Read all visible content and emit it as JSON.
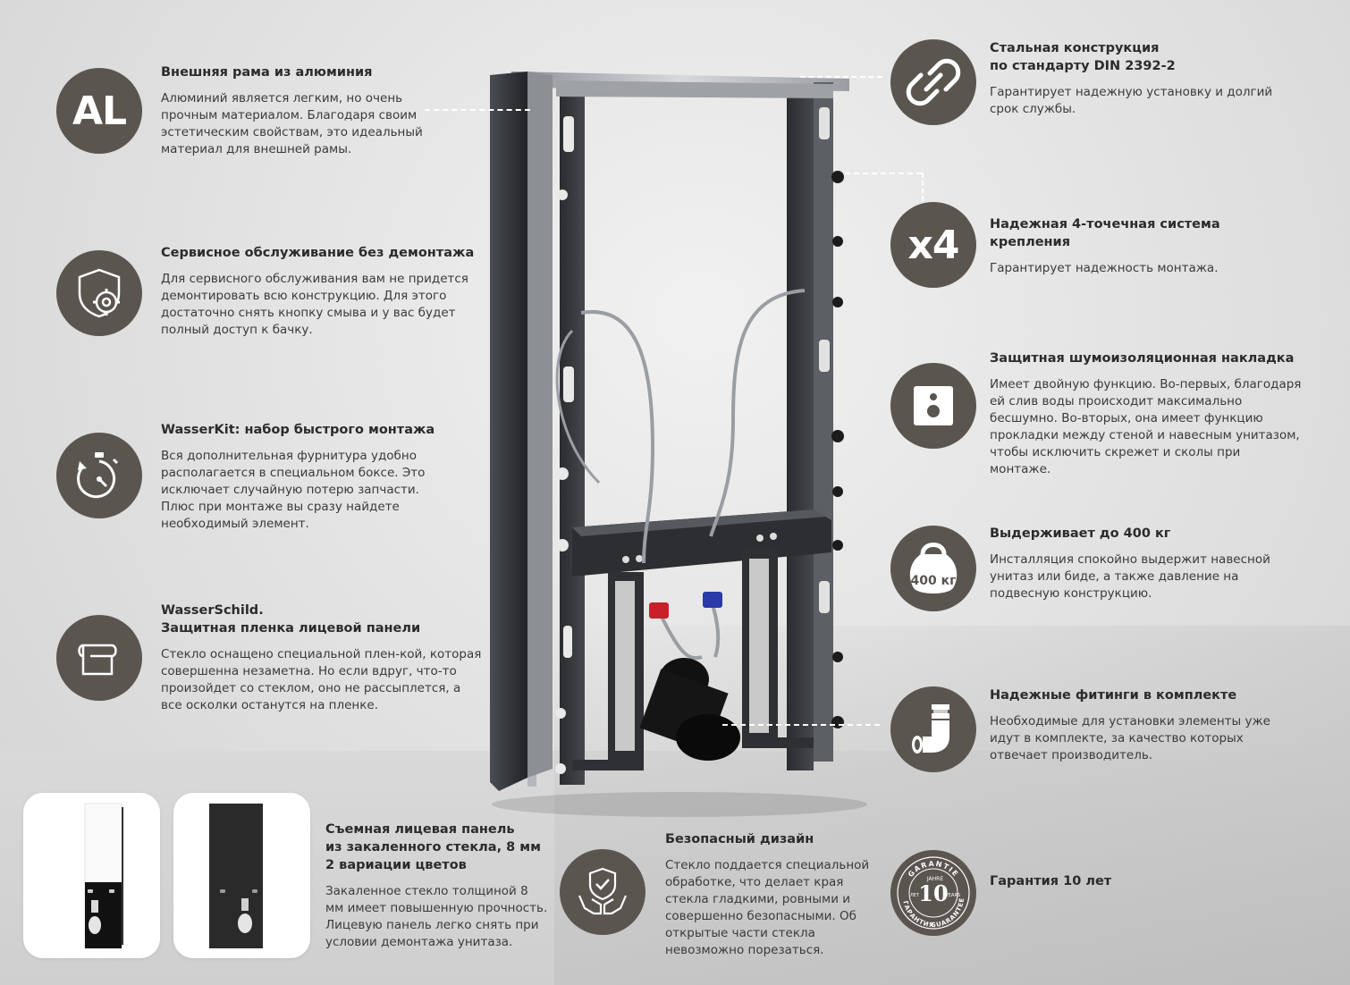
{
  "features": [
    {
      "id": "aluminium-frame",
      "icon": "al-text-icon",
      "icon_text": "AL",
      "title": "Внешняя рама из алюминия",
      "desc": "Алюминий является легким, но очень прочным материалом. Благодаря своим эстетическим свойствам, это идеальный материал для внешней рамы."
    },
    {
      "id": "service",
      "icon": "shield-gear-icon",
      "title": "Сервисное обслуживание без демонтажа",
      "desc": "Для сервисного обслуживания вам не придется демонтировать всю конструкцию. Для этого достаточно снять кнопку смыва и у вас будет полный доступ к бачку."
    },
    {
      "id": "wasserkit",
      "icon": "stopwatch-icon",
      "title": "WasserKit:  набор быстрого монтажа",
      "desc": "Вся дополнительная фурнитура удобно располагается в специальном боксе. Это исключает случайную потерю запчасти. Плюс при монтаже вы сразу найдете необходимый элемент."
    },
    {
      "id": "wasserschild",
      "icon": "film-roll-icon",
      "title": "WasserSchild.\nЗащитная пленка лицевой панели",
      "desc": "Стекло оснащено специальной плен-кой, которая совершенна незаметна. Но если вдруг,  что-то произойдет со стеклом, оно не рассыплется, а все осколки останутся на пленке."
    },
    {
      "id": "glass-panel",
      "icon": "",
      "title": "Съемная лицевая панель\nиз закаленного стекла, 8 мм\n2 вариации цветов",
      "desc": "Закаленное стекло толщиной 8 мм имеет повышенную прочность. Лицевую панель легко снять при условии демонтажа унитаза."
    },
    {
      "id": "safe-design",
      "icon": "hands-shield-icon",
      "title": "Безопасный дизайн",
      "desc": "Стекло поддается специальной обработке, что делает края стекла гладкими, ровными и совершенно безопасными. Об открытые части стекла невозможно порезаться."
    },
    {
      "id": "steel",
      "icon": "chain-link-icon",
      "title": "Стальная конструкция\nпо стандарту DIN 2392-2",
      "desc": "Гарантирует надежную установку и долгий срок службы."
    },
    {
      "id": "four-point",
      "icon": "x4-text-icon",
      "icon_text": "x4",
      "title": "Надежная 4-точечная система\nкрепления",
      "desc": "Гарантирует надежность монтажа."
    },
    {
      "id": "noise-pad",
      "icon": "wall-pad-icon",
      "title": "Защитная шумоизоляционная накладка",
      "desc": "Имеет двойную функцию. Во-первых, благодаря ей слив воды происходит максимально бесшумно. Во-вторых, она имеет функцию прокладки между стеной и навесным унитазом, чтобы исключить скрежет и сколы при монтаже."
    },
    {
      "id": "load",
      "icon": "kettlebell-icon",
      "icon_text": "400 кг",
      "title": "Выдерживает до 400 кг",
      "desc": "Инсталляция спокойно выдержит навесной унитаз или биде, а также давление на подвесную конструкцию."
    },
    {
      "id": "fittings",
      "icon": "pipe-fitting-icon",
      "title": "Надежные фитинги в комплекте",
      "desc": "Необходимые для установки элементы уже идут в комплекте, за качество которых отвечает производитель."
    },
    {
      "id": "warranty",
      "icon": "warranty-seal-icon",
      "title": "Гарантия 10 лет",
      "desc": ""
    }
  ],
  "seal": {
    "top": "GARANTIE",
    "jahre": "JAHRE",
    "number": "10",
    "let": "ЛЕТ",
    "years": "YEARS",
    "bottom_left": "ГАРАНТИЯ",
    "bottom_right": "GUARANTEE"
  },
  "colors": {
    "icon_bg": "#5b5550",
    "accent_red": "#c8202a",
    "accent_blue": "#2a3aa8",
    "frame_dark": "#3b3e42"
  }
}
